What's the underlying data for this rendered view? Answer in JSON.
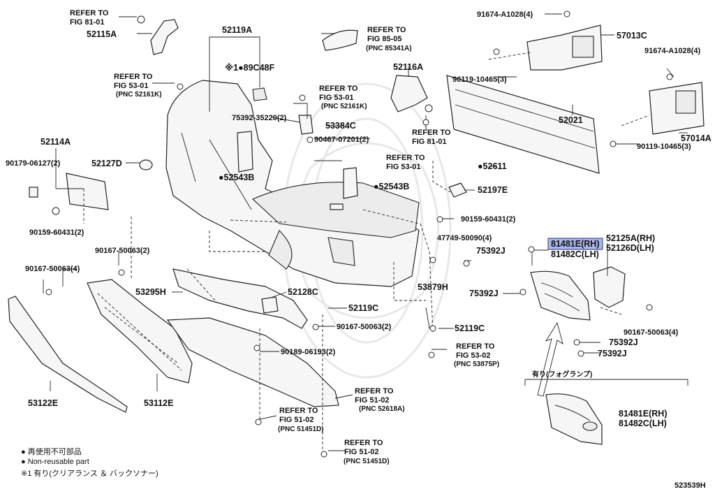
{
  "diagram": {
    "code": "523539H",
    "watermark": "toyota",
    "labels": {
      "refer_fig81_01_a": "REFER TO",
      "refer_fig81_01_a2": "FIG 81-01",
      "p52115A": "52115A",
      "p52119A": "52119A",
      "p89C48F": "※1●89C48F",
      "refer_53_01_a": "REFER TO",
      "refer_53_01_a2": "FIG 53-01",
      "refer_53_01_a3": "(PNC 52161K)",
      "refer_85_05": "REFER TO",
      "refer_85_05b": "FIG 85-05",
      "refer_85_05c": "(PNC 85341A)",
      "refer_53_01_b": "REFER TO",
      "refer_53_01_b2": "FIG 53-01",
      "refer_53_01_b3": "(PNC 52161K)",
      "p52116A": "52116A",
      "refer_81_01_b": "REFER TO",
      "refer_81_01_b2": "FIG 81-01",
      "p91674_a": "91674-A1028(4)",
      "p57013C": "57013C",
      "p91674_b": "91674-A1028(4)",
      "p90119_a": "90119-10465(3)",
      "p52021": "52021",
      "p57014A": "57014A",
      "p90119_b": "90119-10465(3)",
      "p52611": "●52611",
      "p75392_35220": "75392-35220(2)",
      "p53384C": "53384C",
      "p90467": "90467-07201(2)",
      "refer_53_01_c": "REFER TO",
      "refer_53_01_c2": "FIG 53-01",
      "p52114A": "52114A",
      "p90179": "90179-06127(2)",
      "p52127D": "52127D",
      "p52543B_a": "●52543B",
      "p52543B_b": "●52543B",
      "p52197E": "52197E",
      "p90159_a": "90159-60431(2)",
      "p90159_b": "90159-60431(2)",
      "p47749": "47749-50090(4)",
      "p81481E_hl": "81481E(RH)",
      "p81482C_a": "81482C(LH)",
      "p52125A": "52125A(RH)",
      "p52126D": "52126D(LH)",
      "p75392J_a": "75392J",
      "p75392J_b": "75392J",
      "p75392J_c": "75392J",
      "p75392J_d": "75392J",
      "p90167_a": "90167-50063(2)",
      "p90167_b": "90167-50063(4)",
      "p90167_c": "90167-50063(2)",
      "p90167_d": "90167-50063(4)",
      "p53295H": "53295H",
      "p52128C": "52128C",
      "p52119C_a": "52119C",
      "p52119C_b": "52119C",
      "p53879H": "53879H",
      "p90189": "90189-06193(2)",
      "refer_53_02": "REFER TO",
      "refer_53_02b": "FIG 53-02",
      "refer_53_02c": "(PNC 53875P)",
      "refer_51_02_a": "REFER TO",
      "refer_51_02_a2": "FIG 51-02",
      "refer_51_02_a3": "(PNC 52618A)",
      "refer_51_02_b": "REFER TO",
      "refer_51_02_b2": "FIG 51-02",
      "refer_51_02_b3": "(PNC 51451D)",
      "refer_51_02_c": "REFER TO",
      "refer_51_02_c2": "FIG 51-02",
      "refer_51_02_c3": "(PNC 51451D)",
      "p53122E": "53122E",
      "p53112E": "53112E",
      "fog_note": "有り(フォグランプ)",
      "p81481E_b": "81481E(RH)",
      "p81482C_b": "81482C(LH)"
    },
    "legend": {
      "line1": "● 再使用不可部品",
      "line2": "● Non-reusable part",
      "line3": "※1 有り(クリアランス ＆ バックソナー)"
    }
  }
}
